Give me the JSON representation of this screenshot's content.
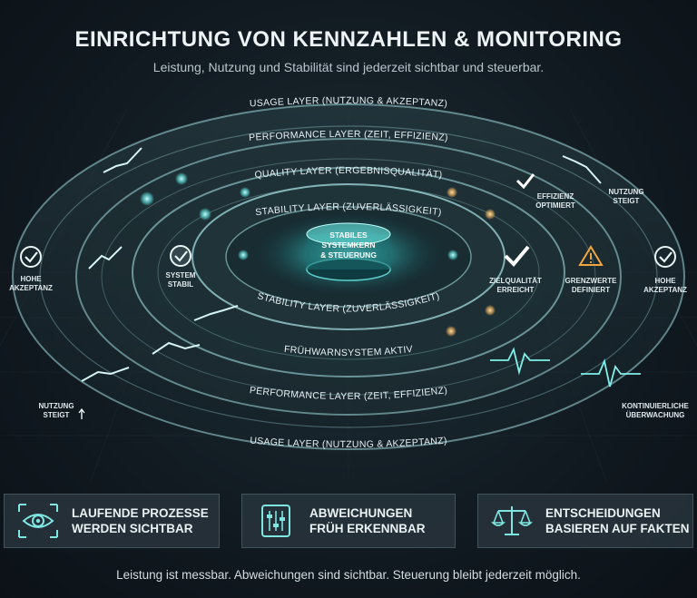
{
  "header": {
    "title": "EINRICHTUNG VON KENNZAHLEN & MONITORING",
    "subtitle": "Leistung, Nutzung und Stabilität sind jederzeit sichtbar und steuerbar."
  },
  "diagram": {
    "rings": {
      "usage_top": "USAGE LAYER (NUTZUNG & AKZEPTANZ)",
      "performance_top": "PERFORMANCE LAYER (ZEIT, EFFIZIENZ)",
      "quality_top": "QUALITY LAYER (ERGEBNISQUALITÄT)",
      "stability_top": "STABILITY LAYER (ZUVERLÄSSIGKEIT)",
      "stability_bottom": "STABILITY LAYER (ZUVERLÄSSIGKEIT)",
      "fruehwarn_bottom": "FRÜHWARNSYSTEM AKTIV",
      "performance_bottom": "PERFORMANCE LAYER (ZEIT, EFFIZIENZ)",
      "usage_bottom": "USAGE LAYER (NUTZUNG & AKZEPTANZ)"
    },
    "core": {
      "line1": "STABILES",
      "line2": "SYSTEMKERN",
      "line3": "& STEUERUNG"
    },
    "annotations": {
      "hohe_akzeptanz_left": {
        "line1": "HOHE",
        "line2": "AKZEPTANZ"
      },
      "system_stabil": {
        "line1": "SYSTEM",
        "line2": "STABIL"
      },
      "nutzung_steigt_left": {
        "line1": "NUTZUNG",
        "line2": "STEIGT"
      },
      "effizienz_optimiert": {
        "line1": "EFFIZIENZ",
        "line2": "OPTIMIERT"
      },
      "nutzung_steigt_right": {
        "line1": "NUTZUNG",
        "line2": "STEIGT"
      },
      "zielqualitaet_erreicht": {
        "line1": "ZIELQUALITÄT",
        "line2": "ERREICHT"
      },
      "grenzwerte_definiert": {
        "line1": "GRENZWERTE",
        "line2": "DEFINIERT"
      },
      "hohe_akzeptanz_right": {
        "line1": "HOHE",
        "line2": "AKZEPTANZ"
      },
      "kontinuierliche_ueberwachung": {
        "line1": "KONTINUIERLICHE",
        "line2": "ÜBERWACHUNG"
      }
    },
    "colors": {
      "glow": "#5fe3e0",
      "ring": "#9fd9dc",
      "warning": "#f0a640",
      "amber_dot": "#f3b35a"
    }
  },
  "cards": [
    {
      "icon": "eye-icon",
      "line1": "LAUFENDE PROZESSE",
      "line2": "WERDEN SICHTBAR"
    },
    {
      "icon": "sliders-icon",
      "line1": "ABWEICHUNGEN",
      "line2": "FRÜH ERKENNBAR"
    },
    {
      "icon": "scale-icon",
      "line1": "ENTSCHEIDUNGEN",
      "line2": "BASIEREN AUF FAKTEN"
    }
  ],
  "footer": {
    "text": "Leistung ist messbar. Abweichungen sind sichtbar. Steuerung bleibt jederzeit möglich."
  }
}
